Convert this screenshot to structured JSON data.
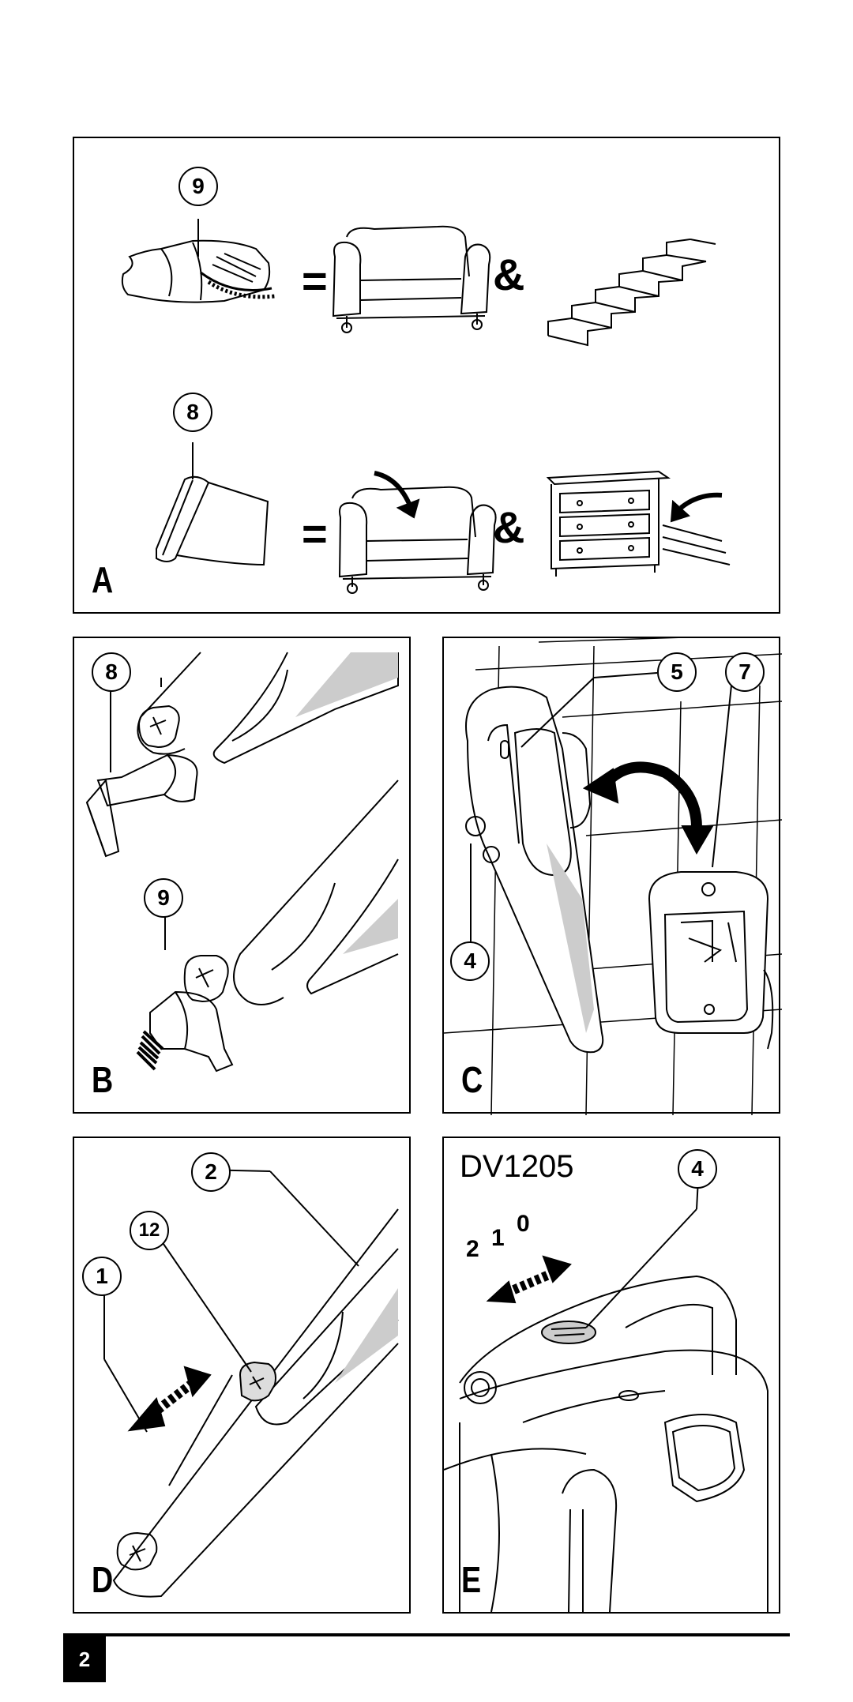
{
  "page_number": "2",
  "panels": {
    "a": {
      "label": "A",
      "callouts": [
        "9",
        "8"
      ],
      "equals": "=",
      "and": "&"
    },
    "b": {
      "label": "B",
      "callouts": [
        "8",
        "9"
      ]
    },
    "c": {
      "label": "C",
      "callouts": [
        "5",
        "7",
        "4"
      ]
    },
    "d": {
      "label": "D",
      "callouts": [
        "2",
        "12",
        "1"
      ]
    },
    "e": {
      "label": "E",
      "model": "DV1205",
      "callouts": [
        "4"
      ],
      "switch_positions": [
        "2",
        "1",
        "0"
      ]
    }
  }
}
